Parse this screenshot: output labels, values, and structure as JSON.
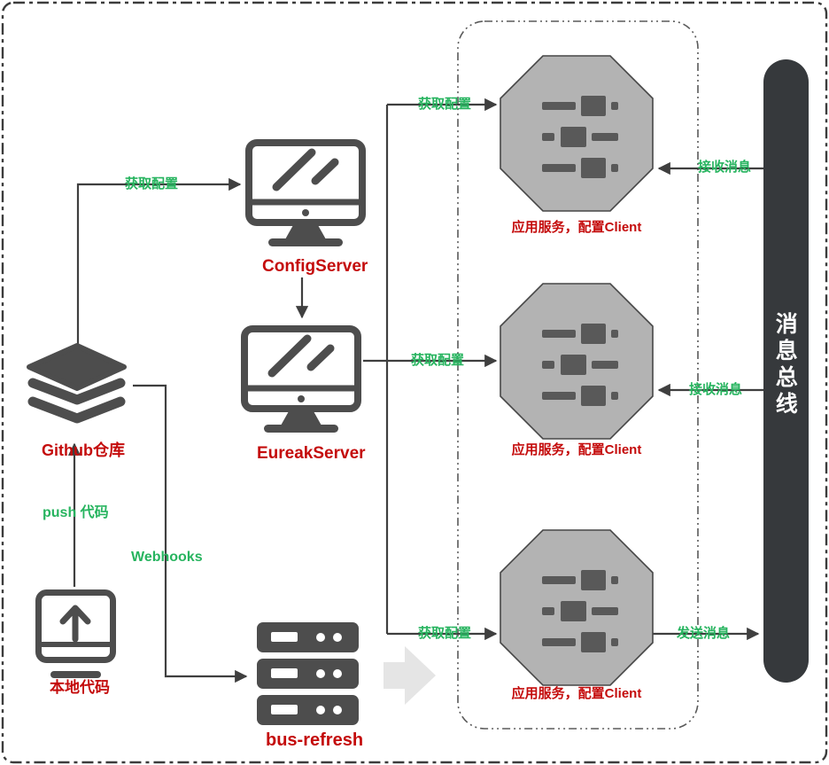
{
  "nodes": {
    "github": {
      "label": "Github仓库"
    },
    "config_server": {
      "label": "ConfigServer"
    },
    "eureak_server": {
      "label": "EureakServer"
    },
    "local_code": {
      "label": "本地代码"
    },
    "bus_refresh": {
      "label": "bus-refresh"
    },
    "message_bus": {
      "label": "消息总线"
    },
    "clients": [
      {
        "label": "应用服务，配置Client"
      },
      {
        "label": "应用服务，配置Client"
      },
      {
        "label": "应用服务，配置Client"
      }
    ]
  },
  "edges": {
    "github_fetch": {
      "label": "获取配置"
    },
    "fetch_top": {
      "label": "获取配置"
    },
    "fetch_middle": {
      "label": "获取配置"
    },
    "fetch_bottom": {
      "label": "获取配置"
    },
    "receive_top": {
      "label": "接收消息"
    },
    "receive_middle": {
      "label": "接收消息"
    },
    "send_bottom": {
      "label": "发送消息"
    },
    "push_code": {
      "label": "push 代码"
    },
    "webhooks": {
      "label": "Webhooks"
    }
  },
  "colors": {
    "label_green": "#27b45f",
    "label_red": "#c40b0b",
    "icon_gray": "#4d4d4d",
    "octagon_fill": "#b3b3b3",
    "octagon_detail": "#595959",
    "bus_bar": "#36393c",
    "connector": "#3f3f3f",
    "chevron_gray": "#e5e5e5"
  }
}
